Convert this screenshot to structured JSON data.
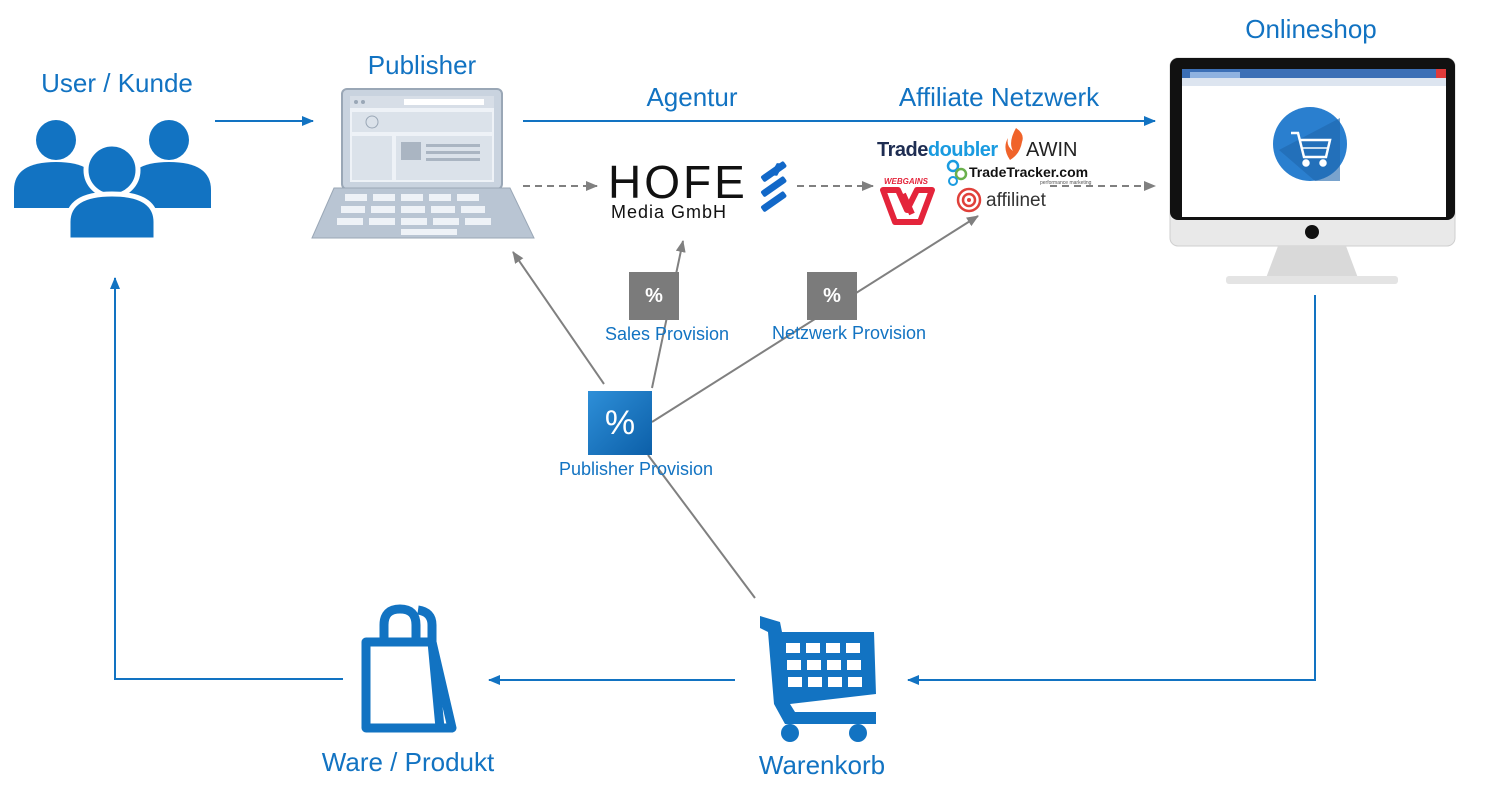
{
  "title": "",
  "nodes": {
    "user": "User / Kunde",
    "publisher": "Publisher",
    "onlineshop": "Onlineshop",
    "warenkorb": "Warenkorb",
    "ware": "Ware / Produkt"
  },
  "channels": {
    "agentur": "Agentur",
    "affiliate_network": "Affiliate Netzwerk"
  },
  "agency_logo": {
    "line1": "HOFE",
    "line2": "Media GmbH"
  },
  "network_logos": {
    "tradedoubler_a": "Trade",
    "tradedoubler_b": "doubler",
    "awin": "AWIN",
    "webgains": "WEBGAINS",
    "tradetracker": "TradeTracker.com",
    "tradetracker_sub": "performance marketing",
    "affilinet": "affilinet"
  },
  "commissions": {
    "symbol": "%",
    "sales": "Sales Provision",
    "network": "Netzwerk Provision",
    "publisher": "Publisher Provision"
  },
  "colors": {
    "blue": "#1273c2",
    "grey_arrow": "#808080",
    "grey_box": "#7b7b7b",
    "awin_orange": "#f0632a",
    "webgains_red": "#e4243b",
    "affilinet_red": "#e0403a",
    "tradedoubler_blue": "#1a9be0"
  }
}
